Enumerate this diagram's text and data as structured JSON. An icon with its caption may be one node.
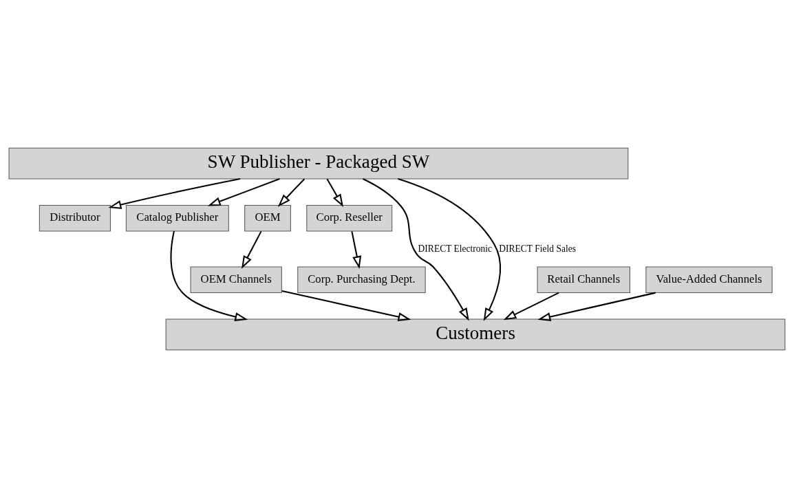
{
  "diagram": {
    "nodes": [
      {
        "text": [
          "SW Publisher - Packaged SW"
        ]
      },
      {
        "text": [
          "Distributor"
        ]
      },
      {
        "text": [
          "Catalog Publisher"
        ]
      },
      {
        "text": [
          "OEM"
        ]
      },
      {
        "text": [
          "Corp. Reseller"
        ]
      },
      {
        "text": [
          "Retail Channels"
        ]
      },
      {
        "text": [
          "Value-Added Channels"
        ]
      },
      {
        "text": [
          "OEM Channels"
        ]
      },
      {
        "text": [
          "Corp. Purchasing Dept."
        ]
      },
      {
        "text": [
          "Customers"
        ]
      }
    ],
    "edges": [
      {
        "from": 0,
        "to": 1,
        "arrow": "to"
      },
      {
        "from": 0,
        "to": 2,
        "arrow": "to"
      },
      {
        "from": 0,
        "to": 9,
        "arrow": "to",
        "label": "DIRECT Electronic"
      },
      {
        "from": 0,
        "to": 3,
        "arrow": "to"
      },
      {
        "from": 0,
        "to": 4,
        "arrow": "to"
      },
      {
        "from": 0,
        "to": 9,
        "arrow": "to",
        "label": "DIRECT Field Sales"
      },
      {
        "from": 5,
        "to": 9,
        "arrow": "to"
      },
      {
        "from": 6,
        "to": 9,
        "arrow": "to"
      },
      {
        "from": 2,
        "to": 9,
        "arrow": "to"
      },
      {
        "from": 3,
        "to": 7,
        "arrow": "to"
      },
      {
        "from": 7,
        "to": 9,
        "arrow": "to"
      },
      {
        "from": 4,
        "to": 8,
        "arrow": "to"
      }
    ]
  }
}
